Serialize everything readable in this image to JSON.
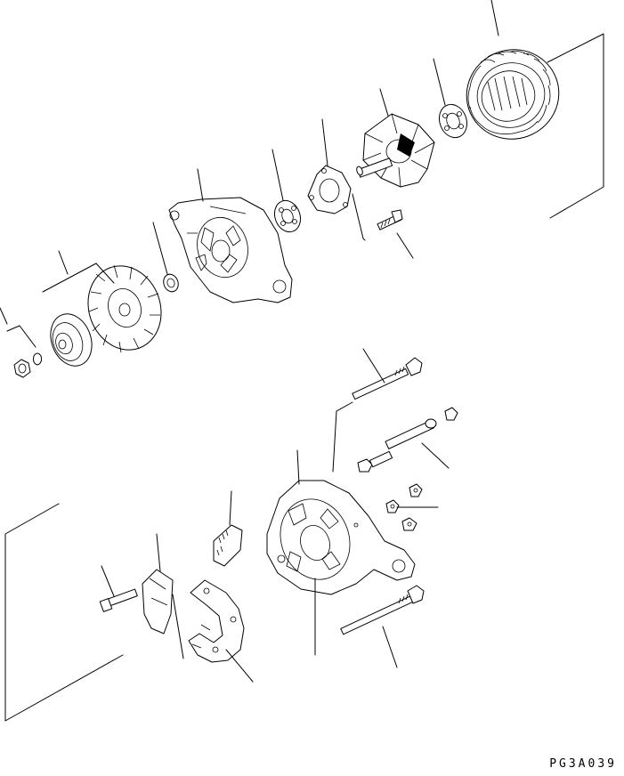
{
  "drawing_code": "PG3A039",
  "colors": {
    "line": "#000000",
    "background": "#ffffff"
  },
  "parts": [
    "nut",
    "lock-washer",
    "pulley",
    "cooling-fan",
    "spacer-collar",
    "drive-end-frame",
    "front-bearing",
    "bearing-retainer-plate",
    "retainer-screw",
    "rotor",
    "rear-bearing",
    "stator",
    "through-bolt-long",
    "terminal-bolt",
    "terminal-nuts",
    "rear-frame",
    "through-bolt-lower",
    "ic-regulator",
    "brush-holder",
    "holder-screw",
    "rectifier-assembly"
  ]
}
